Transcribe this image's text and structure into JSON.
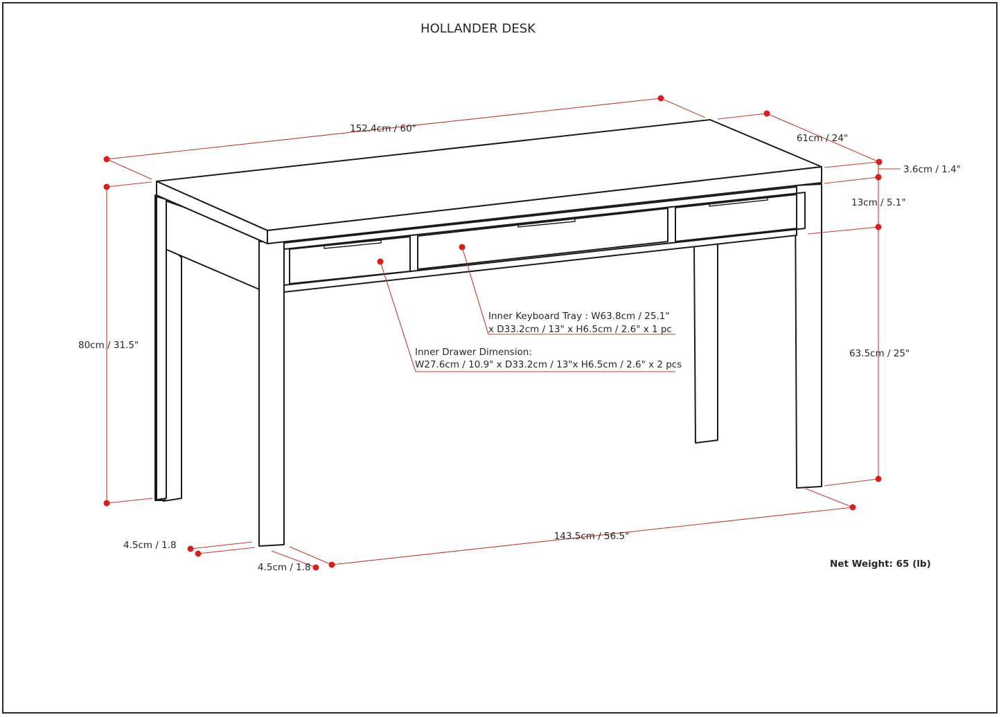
{
  "title": "HOLLANDER DESK",
  "dimensions": {
    "top_width": "152.4cm / 60\"",
    "top_depth": "61cm / 24\"",
    "top_thickness": "3.6cm / 1.4\"",
    "apron_height": "13cm / 5.1\"",
    "overall_height": "80cm / 31.5\"",
    "leg_clearance": "63.5cm / 25\"",
    "leg_span": "143.5cm / 56.5\"",
    "leg_width_a": "4.5cm / 1.8",
    "leg_width_b": "4.5cm / 1.8"
  },
  "keyboard_tray": {
    "line1": "Inner Keyboard Tray : W63.8cm / 25.1\"",
    "line2": "x D33.2cm / 13\" x H6.5cm / 2.6\" x 1 pc"
  },
  "drawer": {
    "line1": "Inner Drawer Dimension:",
    "line2": "W27.6cm / 10.9\" x D33.2cm / 13\"x H6.5cm / 2.6\" x 2 pcs"
  },
  "net_weight": "Net Weight: 65 (lb)",
  "colors": {
    "dimension_line": "#c0392b",
    "dimension_dot": "#d61f1f",
    "outline": "#1a1a1a"
  }
}
